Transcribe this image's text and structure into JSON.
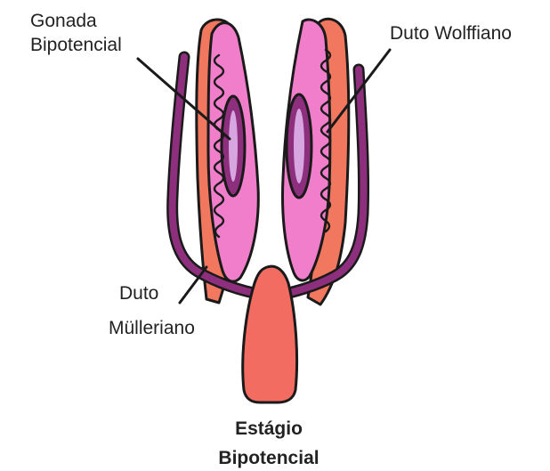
{
  "labels": {
    "gonad_line1": "Gonada",
    "gonad_line2": "Bipotencial",
    "wolffian": "Duto Wolffiano",
    "mullerian_line1": "Duto",
    "mullerian_line2": "Mülleriano",
    "stage_line1": "Estágio",
    "stage_line2": "Bipotencial"
  },
  "colors": {
    "gonad_pink": "#f07ecb",
    "wolffian_salmon": "#f2775f",
    "mullerian_purple": "#8e2f7d",
    "sinus_salmon": "#f26c62",
    "outline": "#1a1a1a",
    "gonad_core": "#d7a5e0"
  }
}
